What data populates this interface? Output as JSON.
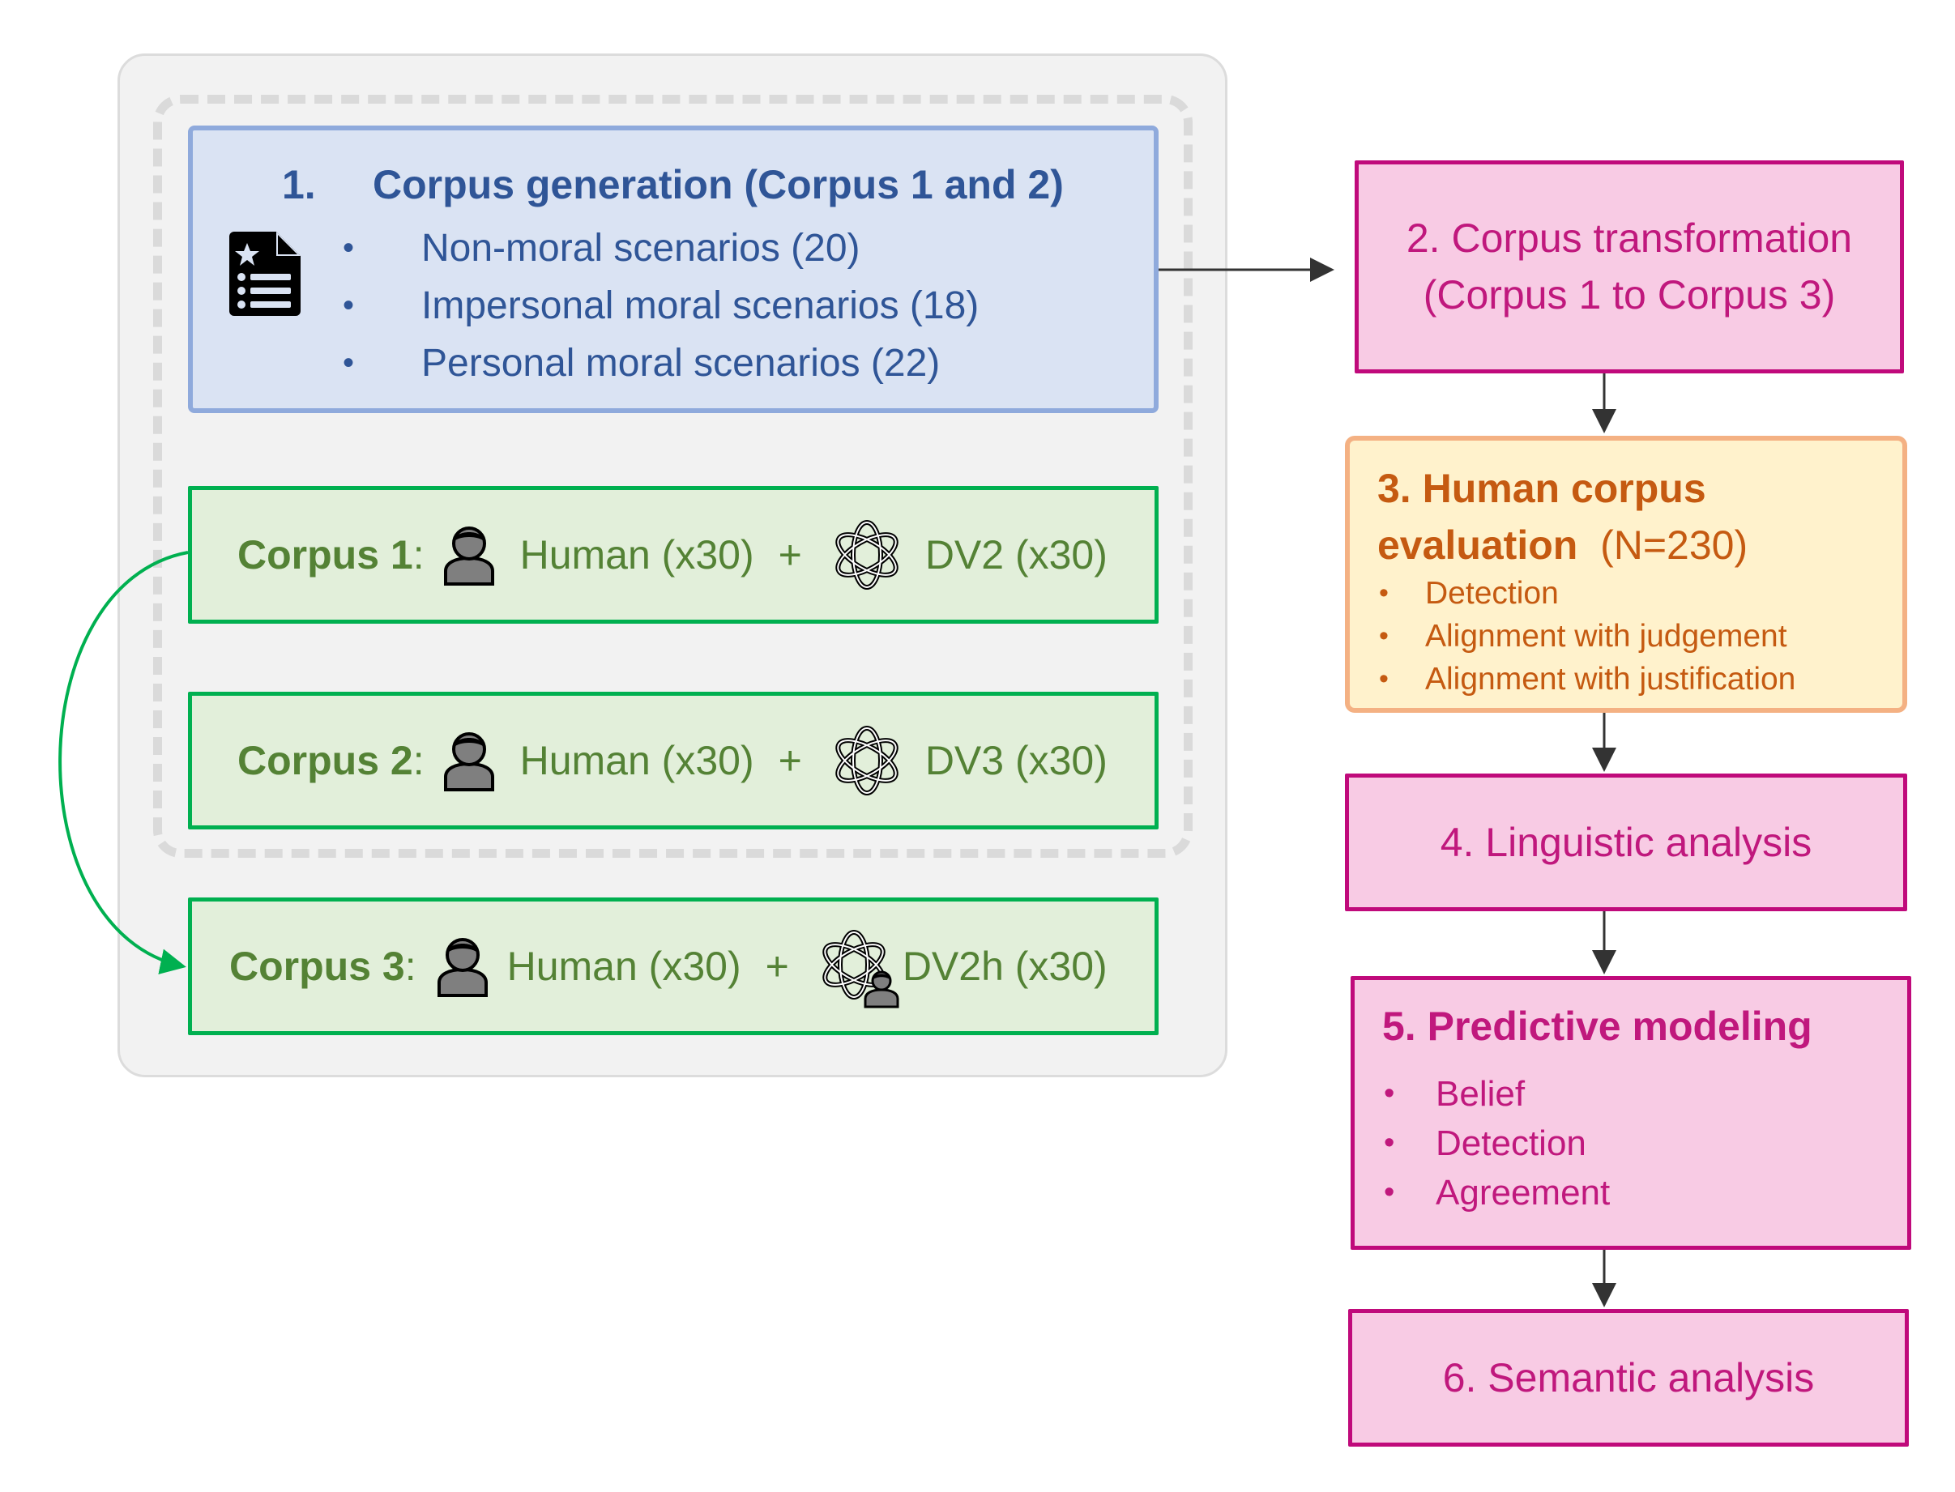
{
  "box1": {
    "number": "1.",
    "title": "Corpus generation (Corpus 1 and 2)",
    "items": [
      "Non-moral scenarios (20)",
      "Impersonal moral scenarios (18)",
      "Personal moral scenarios (22)"
    ],
    "bullet": "•",
    "icon": "document-star-list-icon"
  },
  "corpora": [
    {
      "label": "Corpus 1",
      "colon": ":",
      "human": "Human (x30)",
      "plus": "+",
      "model": "DV2 (x30)"
    },
    {
      "label": "Corpus 2",
      "colon": ":",
      "human": "Human (x30)",
      "plus": "+",
      "model": "DV3 (x30)"
    },
    {
      "label": "Corpus 3",
      "colon": ":",
      "human": "Human (x30)",
      "plus": "+",
      "model": "DV2h (x30)"
    }
  ],
  "step2": {
    "line1": "2. Corpus transformation",
    "line2": "(Corpus 1 to Corpus 3)"
  },
  "step3": {
    "title_line1": "3. Human corpus",
    "title_line2_bold": "evaluation",
    "title_line2_rest": "(N=230)",
    "items": [
      "Detection",
      "Alignment with judgement",
      "Alignment with justification"
    ],
    "bullet": "•"
  },
  "step4": {
    "title": "4. Linguistic analysis"
  },
  "step5": {
    "title": "5. Predictive modeling",
    "items": [
      "Belief",
      "Detection",
      "Agreement"
    ],
    "bullet": "•"
  },
  "step6": {
    "title": "6. Semantic analysis"
  },
  "colors": {
    "blue_text": "#2f5597",
    "green_text": "#548235",
    "green_border": "#00b050",
    "pink_text": "#c0187d",
    "pink_border": "#c00a7b",
    "orange_text": "#c55a11",
    "arrow": "#333333"
  }
}
